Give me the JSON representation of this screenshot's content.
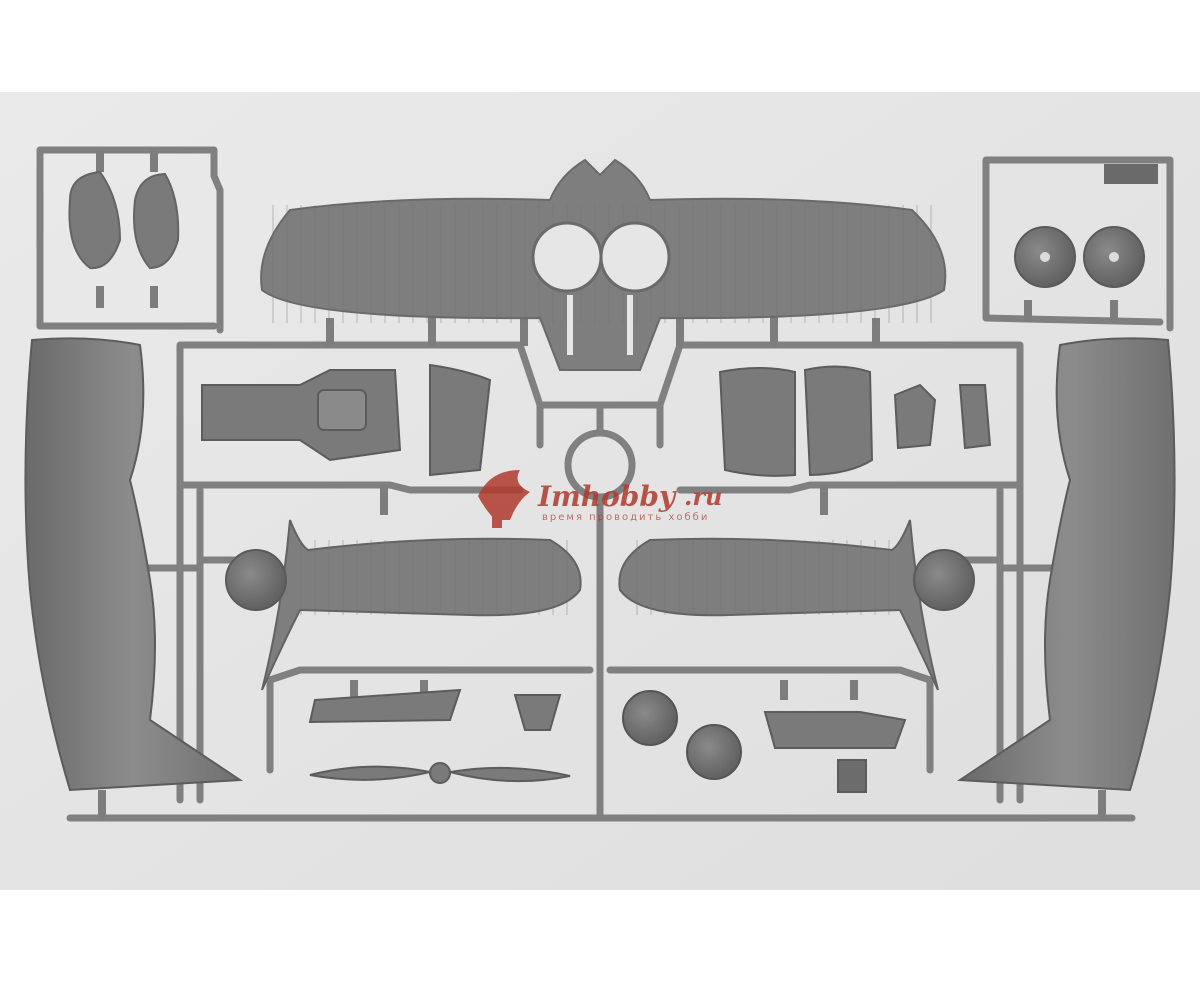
{
  "photo": {
    "subject": "model kit sprue",
    "background_color": "#e4e4e4",
    "plastic_color": "#7c7c7c",
    "plastic_dark": "#5e5e5e",
    "plastic_light": "#9a9a9a",
    "border_color": "#ffffff"
  },
  "watermark": {
    "name": "Imhobby",
    "tld": ".ru",
    "slogan": "время проводить хобби",
    "color": "#b0392e"
  }
}
